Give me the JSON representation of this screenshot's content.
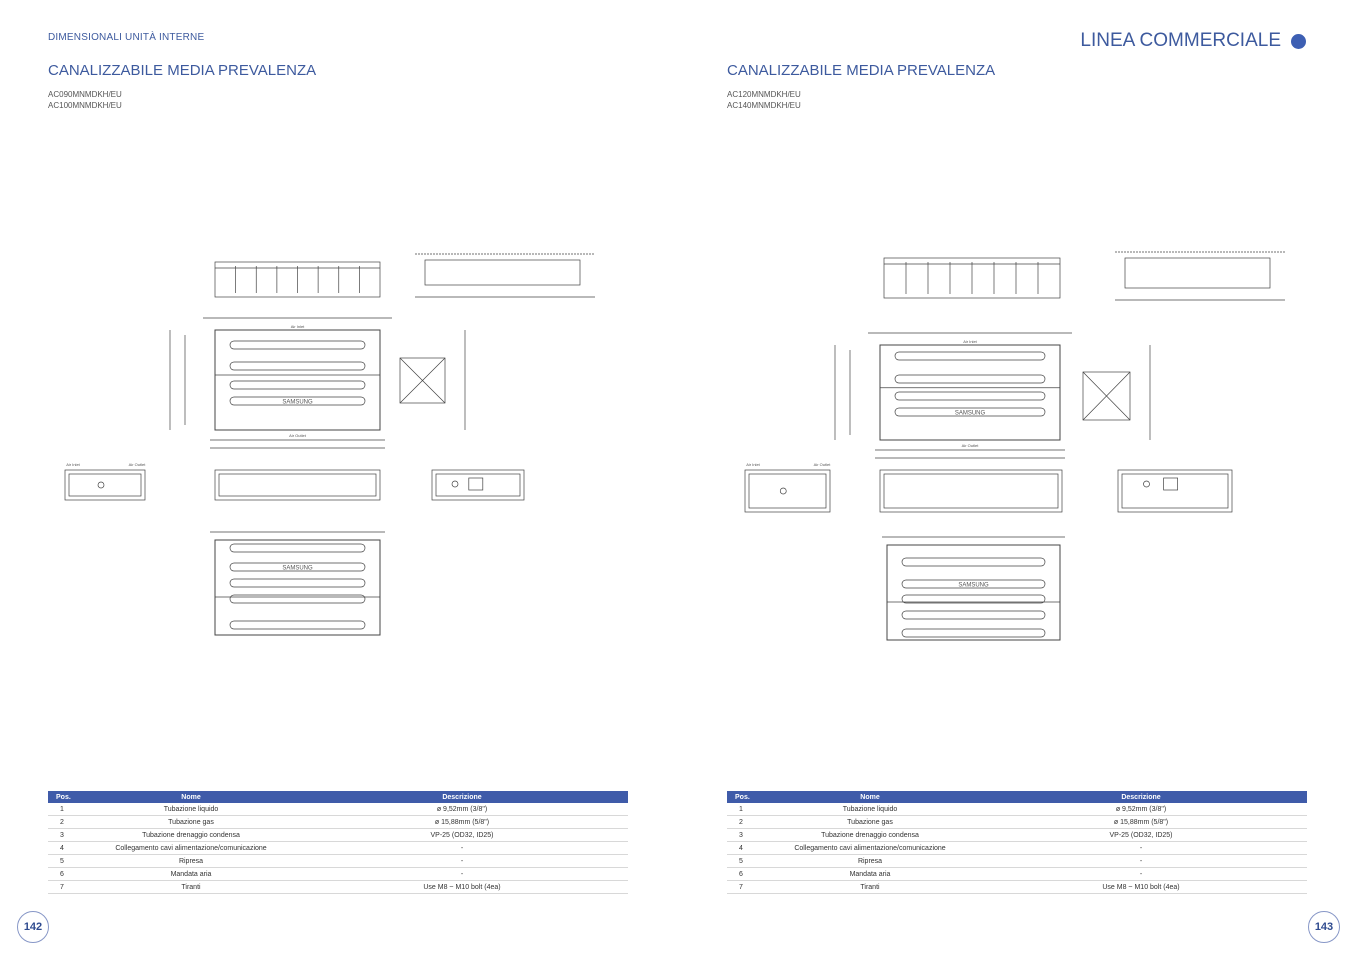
{
  "left_page": {
    "section": "DIMENSIONALI UNITÀ INTERNE",
    "title": "CANALIZZABILE MEDIA PREVALENZA",
    "models": [
      "AC090MNMDKH/EU",
      "AC100MNMDKH/EU"
    ],
    "page_number": "142"
  },
  "right_page": {
    "brand": "LINEA COMMERCIALE",
    "title": "CANALIZZABILE MEDIA PREVALENZA",
    "models": [
      "AC120MNMDKH/EU",
      "AC140MNMDKH/EU"
    ],
    "page_number": "143"
  },
  "drawing_labels": {
    "air_inlet": "Air Inlet",
    "air_outlet": "Air Outlet",
    "logo": "SAMSUNG"
  },
  "table": {
    "headers": [
      "Pos.",
      "Nome",
      "Descrizione"
    ],
    "rows": [
      [
        "1",
        "Tubazione liquido",
        "ø 9,52mm (3/8\")"
      ],
      [
        "2",
        "Tubazione gas",
        "ø 15,88mm (5/8\")"
      ],
      [
        "3",
        "Tubazione drenaggio condensa",
        "VP-25 (OD32, ID25)"
      ],
      [
        "4",
        "Collegamento cavi alimentazione/comunicazione",
        "-"
      ],
      [
        "5",
        "Ripresa",
        "-"
      ],
      [
        "6",
        "Mandata aria",
        "-"
      ],
      [
        "7",
        "Tiranti",
        "Use M8 ~ M10 bolt (4ea)"
      ]
    ]
  },
  "colors": {
    "accent": "#3d5a9e",
    "table_header": "#3f5ba9"
  }
}
